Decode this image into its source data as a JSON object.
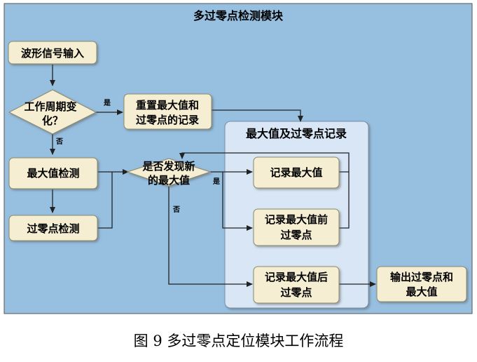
{
  "diagram": {
    "title": "多过零点检测模块",
    "group_label": "最大值及过零点记录",
    "nodes": {
      "input": "波形信号输入",
      "period_change_1": "工作周期变",
      "period_change_2": "化？",
      "reset_1": "重置最大值和",
      "reset_2": "过零点的记录",
      "max_detect": "最大值检测",
      "zero_detect": "过零点检测",
      "new_max_1": "是否发现新",
      "new_max_2": "的最大值",
      "record_max": "记录最大值",
      "record_before_1": "记录最大值前",
      "record_before_2": "过零点",
      "record_after_1": "记录最大值后",
      "record_after_2": "过零点",
      "output_1": "输出过零点和",
      "output_2": "最大值"
    },
    "edge_labels": {
      "period_yes": "是",
      "period_no": "否",
      "newmax_yes": "是",
      "newmax_no": "否"
    }
  },
  "caption": "图 9 多过零点定位模块工作流程",
  "colors": {
    "panel_bg": "#97bfe0",
    "group_bg": "#d9e6f6",
    "node_fill": "#f5eed2",
    "line": "#222222"
  }
}
